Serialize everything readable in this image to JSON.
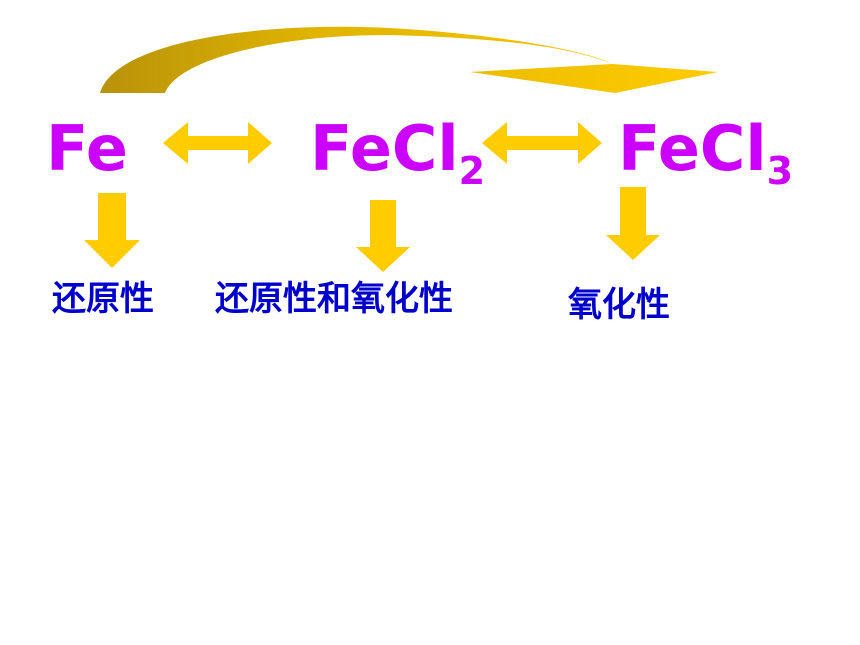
{
  "colors": {
    "species_text": "#cc00ff",
    "property_text": "#0000cc",
    "arrow_fill": "#ffcc00",
    "arrow_dark": "#c9a100"
  },
  "species": {
    "fe": {
      "base": "Fe",
      "sub": ""
    },
    "fecl2": {
      "base": "FeCl",
      "sub": "2"
    },
    "fecl3": {
      "base": "FeCl",
      "sub": "3"
    }
  },
  "properties": {
    "fe": "还原性",
    "fecl2": "还原性和氧化性",
    "fecl3": "氧化性"
  },
  "arrows": {
    "double_fe_fecl2": "double-arrow",
    "double_fecl2_fecl3": "double-arrow",
    "curved_fe_to_fecl3": "curved-arrow",
    "down": "down-arrow"
  }
}
